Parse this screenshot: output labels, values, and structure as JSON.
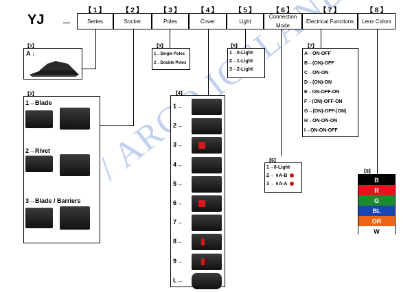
{
  "title": {
    "model": "YJ"
  },
  "header": [
    {
      "code": "【 1 】",
      "label": "Series"
    },
    {
      "code": "【 2 】",
      "label": "Socker"
    },
    {
      "code": "【 3 】",
      "label": "Poles"
    },
    {
      "code": "【 4 】",
      "label": "Cover"
    },
    {
      "code": "【 5 】",
      "label": "Light"
    },
    {
      "code": "【 6 】",
      "label": "Connection Mode"
    },
    {
      "code": "【 7 】",
      "label": "Electrical Functions"
    },
    {
      "code": "【 8 】",
      "label": "Lens Colors"
    }
  ],
  "series": {
    "code": "【1】",
    "item": "A ↓"
  },
  "socket": {
    "code": "【2】",
    "items": [
      "1→Blade",
      "2→Rivet",
      "3→Blade / Barriers"
    ]
  },
  "poles": {
    "code": "【3】",
    "items": [
      "1→Single Poles",
      "2→Double Poles"
    ]
  },
  "cover": {
    "code": "【4】",
    "items": [
      "1→",
      "2→",
      "3→",
      "4→",
      "5→",
      "6→",
      "7→",
      "8→",
      "9→",
      "L→"
    ]
  },
  "light": {
    "code": "【5】",
    "items": [
      "1→0-Light",
      "2→1-Light",
      "3→2-Light"
    ]
  },
  "connection": {
    "code": "【6】",
    "items": [
      "1→0-Light",
      "2→ ∨A-B",
      "3→ ∨A-A"
    ]
  },
  "functions": {
    "code": "【7】",
    "items": [
      "A→ON-OFF",
      "B→(ON)-OFF",
      "C→ON-ON",
      "D→(ON)-ON",
      "E→ON-OFF-ON",
      "F→(ON)-OFF-ON",
      "G→(ON)-OFF-(ON)",
      "H→ON-ON-ON",
      "I→ON-ON-OFF"
    ]
  },
  "lens": {
    "code": "【8】",
    "colors": [
      {
        "label": "B",
        "bg": "#000000",
        "fg": "#ffffff"
      },
      {
        "label": "R",
        "bg": "#e8141c",
        "fg": "#ffffff"
      },
      {
        "label": "G",
        "bg": "#1f8a2e",
        "fg": "#ffffff"
      },
      {
        "label": "BL",
        "bg": "#1846b4",
        "fg": "#ffffff"
      },
      {
        "label": "OR",
        "bg": "#f06418",
        "fg": "#ffffff"
      },
      {
        "label": "W",
        "bg": "#ffffff",
        "fg": "#000000"
      }
    ]
  },
  "watermark": "FSH / ARGO ICELAND"
}
